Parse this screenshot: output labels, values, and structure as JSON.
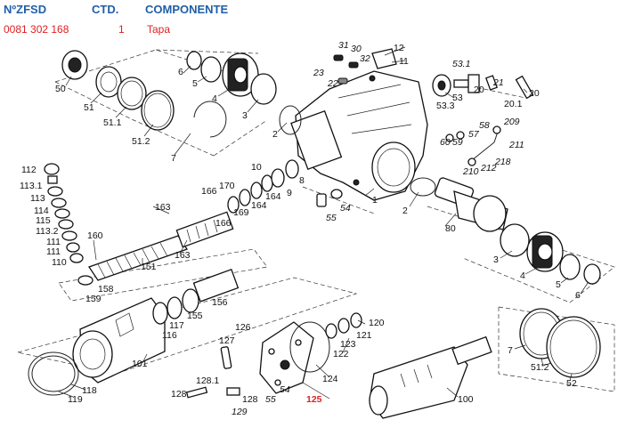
{
  "header": {
    "col_part_number": "NºZFSD",
    "col_quantity": "CTD.",
    "col_component": "COMPONENTE"
  },
  "selected_row": {
    "part_number": "0081 302 168",
    "quantity": "1",
    "component": "Tapa"
  },
  "callouts": {
    "c50": "50",
    "c51": "51",
    "c51_1": "51.1",
    "c51_2": "51.2",
    "c7": "7",
    "c6": "6",
    "c5": "5",
    "c4": "4",
    "c3": "3",
    "c2": "2",
    "c31": "31",
    "c30": "30",
    "c32": "32",
    "c23": "23",
    "c22": "22",
    "c12": "12",
    "c11": "11",
    "c53_1": "53.1",
    "c53": "53",
    "c53_3": "53.3",
    "c20": "20",
    "c21": "21",
    "c20_1": "20.1",
    "c60": "60",
    "c59": "59",
    "c57": "57",
    "c58": "58",
    "c209": "209",
    "c211": "211",
    "c210": "210",
    "c212": "212",
    "c218": "218",
    "c112": "112",
    "c113_1": "113.1",
    "c113": "113",
    "c114": "114",
    "c115": "115",
    "c113_2": "113.2",
    "c111a": "111",
    "c111b": "111",
    "c110": "110",
    "c163a": "163",
    "c163b": "163",
    "c160": "160",
    "c166a": "166",
    "c166b": "166",
    "c170": "170",
    "c169": "169",
    "c164a": "164",
    "c164b": "164",
    "c10": "10",
    "c9": "9",
    "c8": "8",
    "c1": "1",
    "c54a": "54",
    "c55a": "55",
    "c2b": "2",
    "c80": "80",
    "c151": "151",
    "c158": "158",
    "c159": "159",
    "c3b": "3",
    "c4b": "4",
    "c5b": "5",
    "c6b": "6",
    "c117": "117",
    "c116": "116",
    "c155": "155",
    "c156": "156",
    "c126": "126",
    "c127": "127",
    "c128_1": "128.1",
    "c128a": "128",
    "c128b": "128",
    "c129": "129",
    "c55b": "55",
    "c54b": "54",
    "c125": "125",
    "c124": "124",
    "c122": "122",
    "c123": "123",
    "c121": "121",
    "c120": "120",
    "c101": "101",
    "c118": "118",
    "c119": "119",
    "c100": "100",
    "c7b": "7",
    "c51_2b": "51.2",
    "c52": "52"
  },
  "colors": {
    "header_text": "#1f5fa8",
    "row_text": "#e02020",
    "highlight_callout": "#e02020"
  }
}
